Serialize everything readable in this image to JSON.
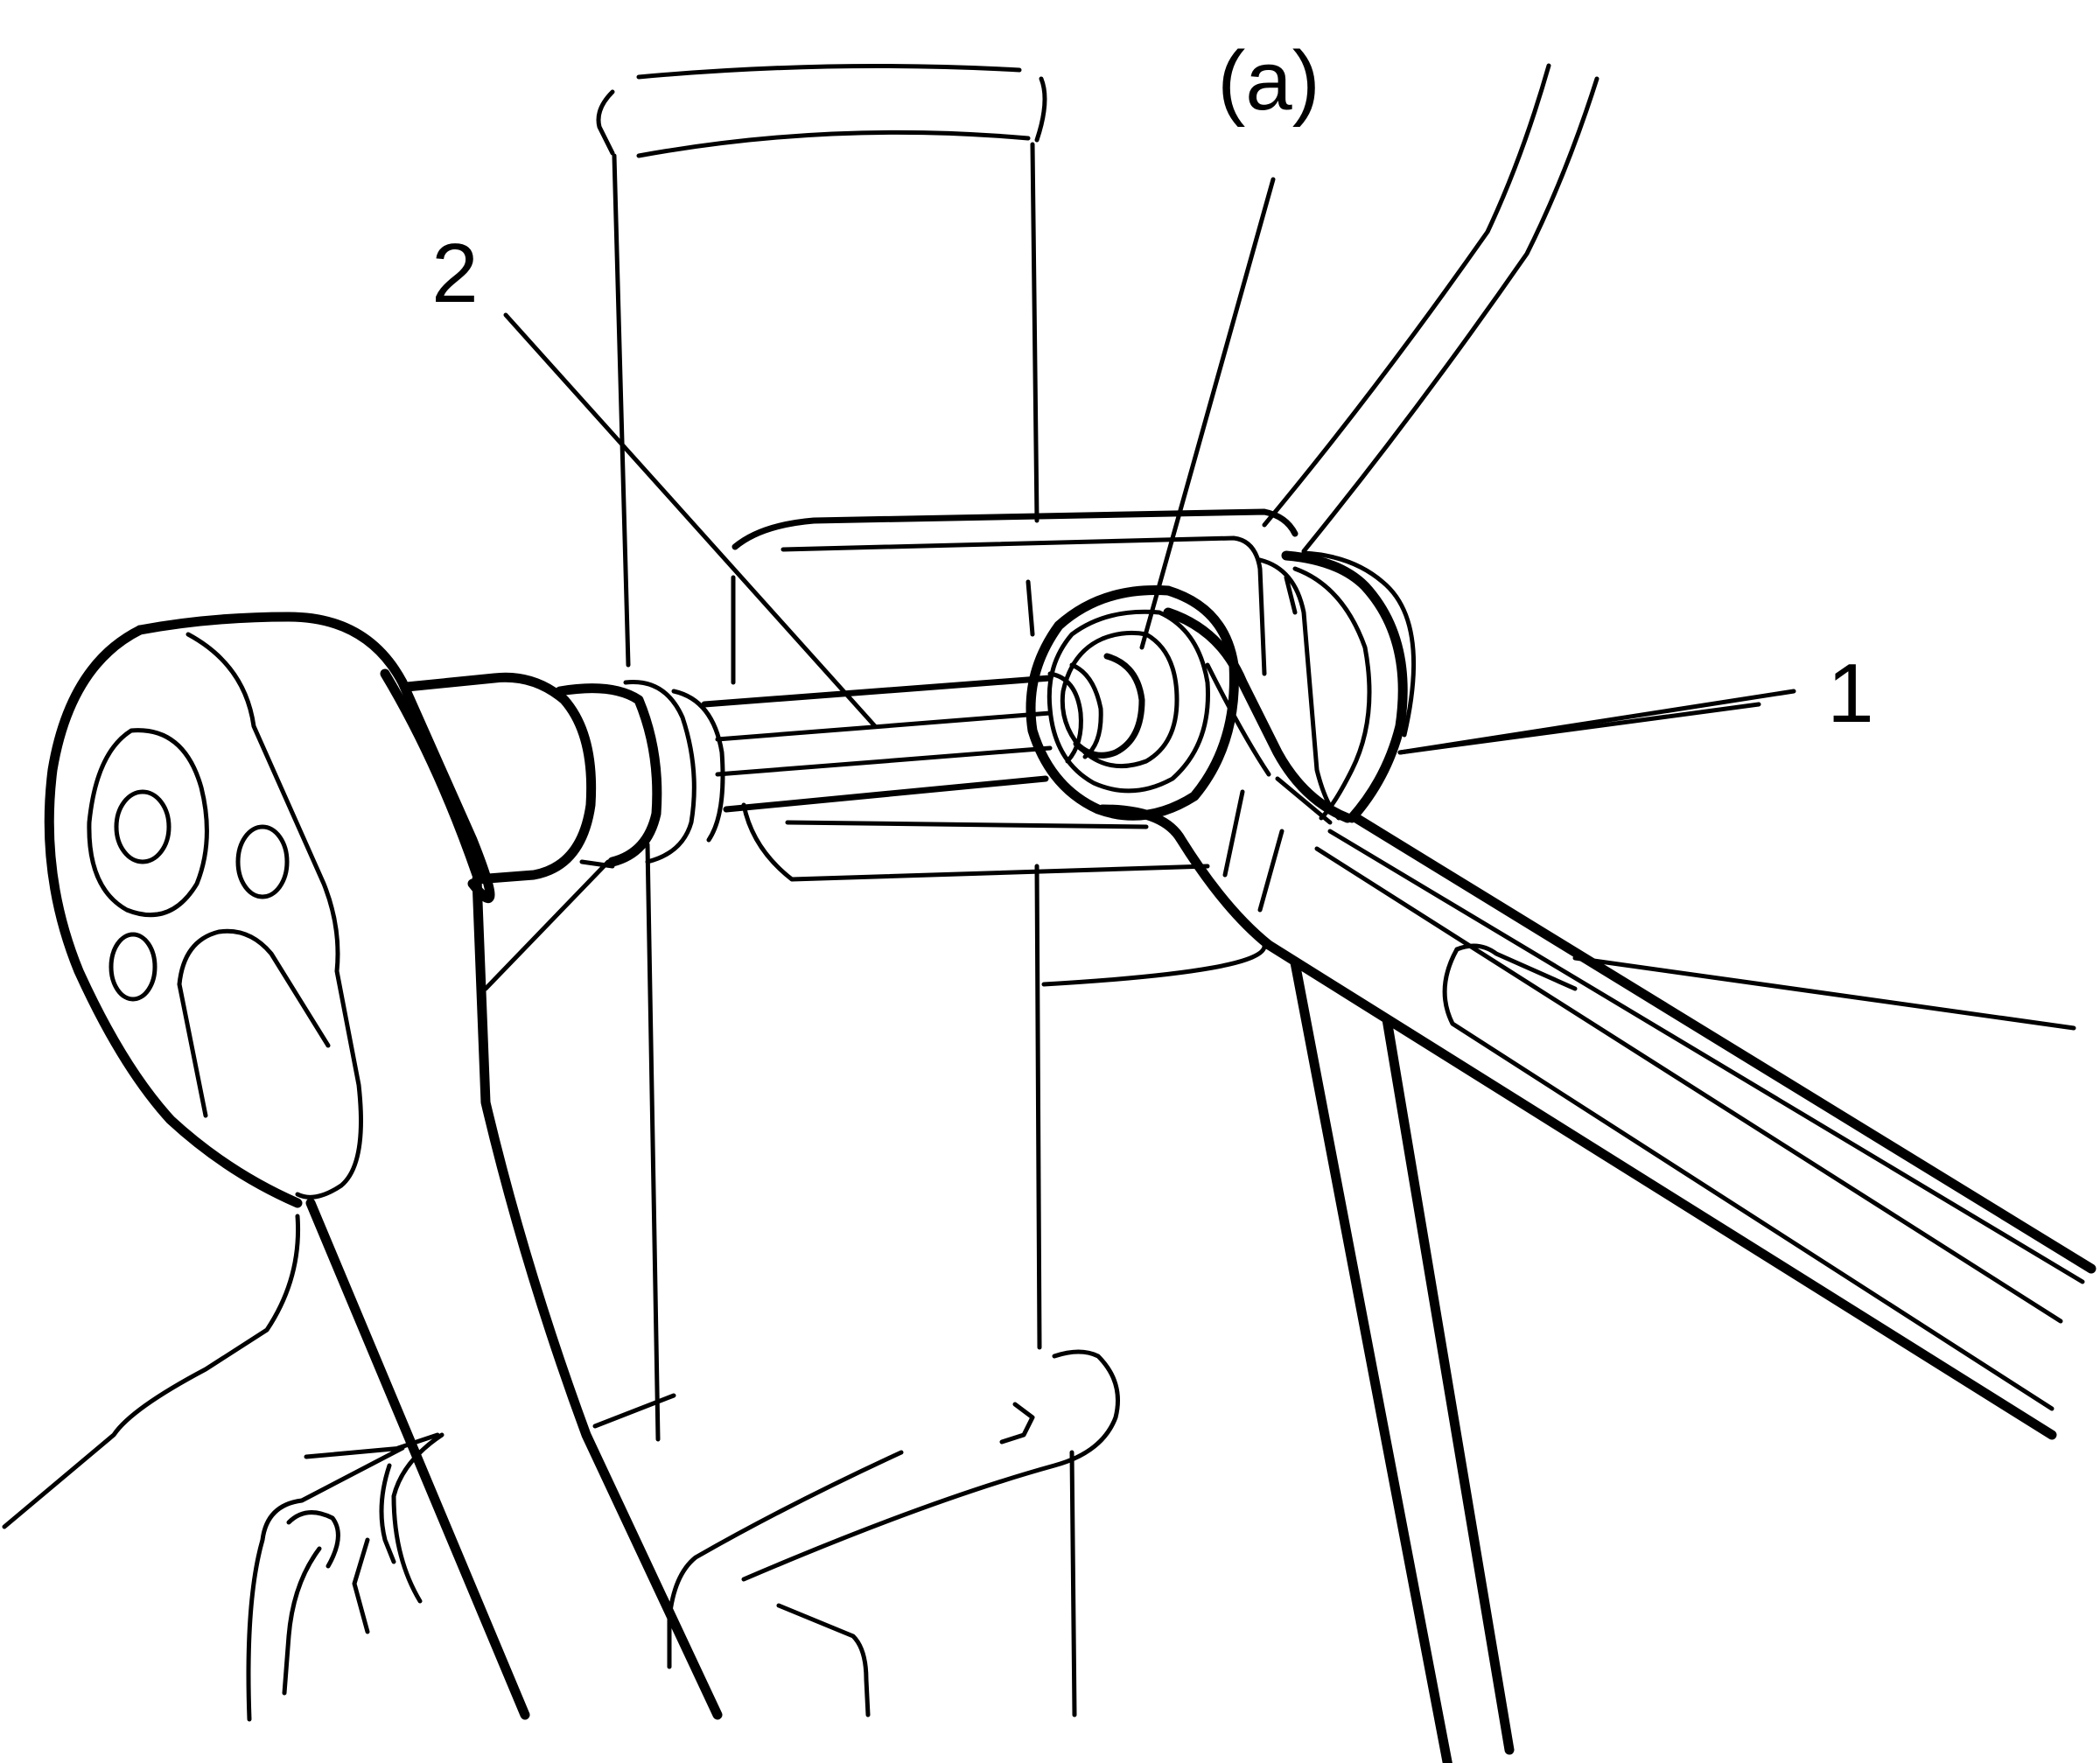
{
  "callouts": {
    "label_a": "(a)",
    "label_1": "1",
    "label_2": "2"
  },
  "colors": {
    "line": "#000000",
    "background": "#ffffff"
  }
}
